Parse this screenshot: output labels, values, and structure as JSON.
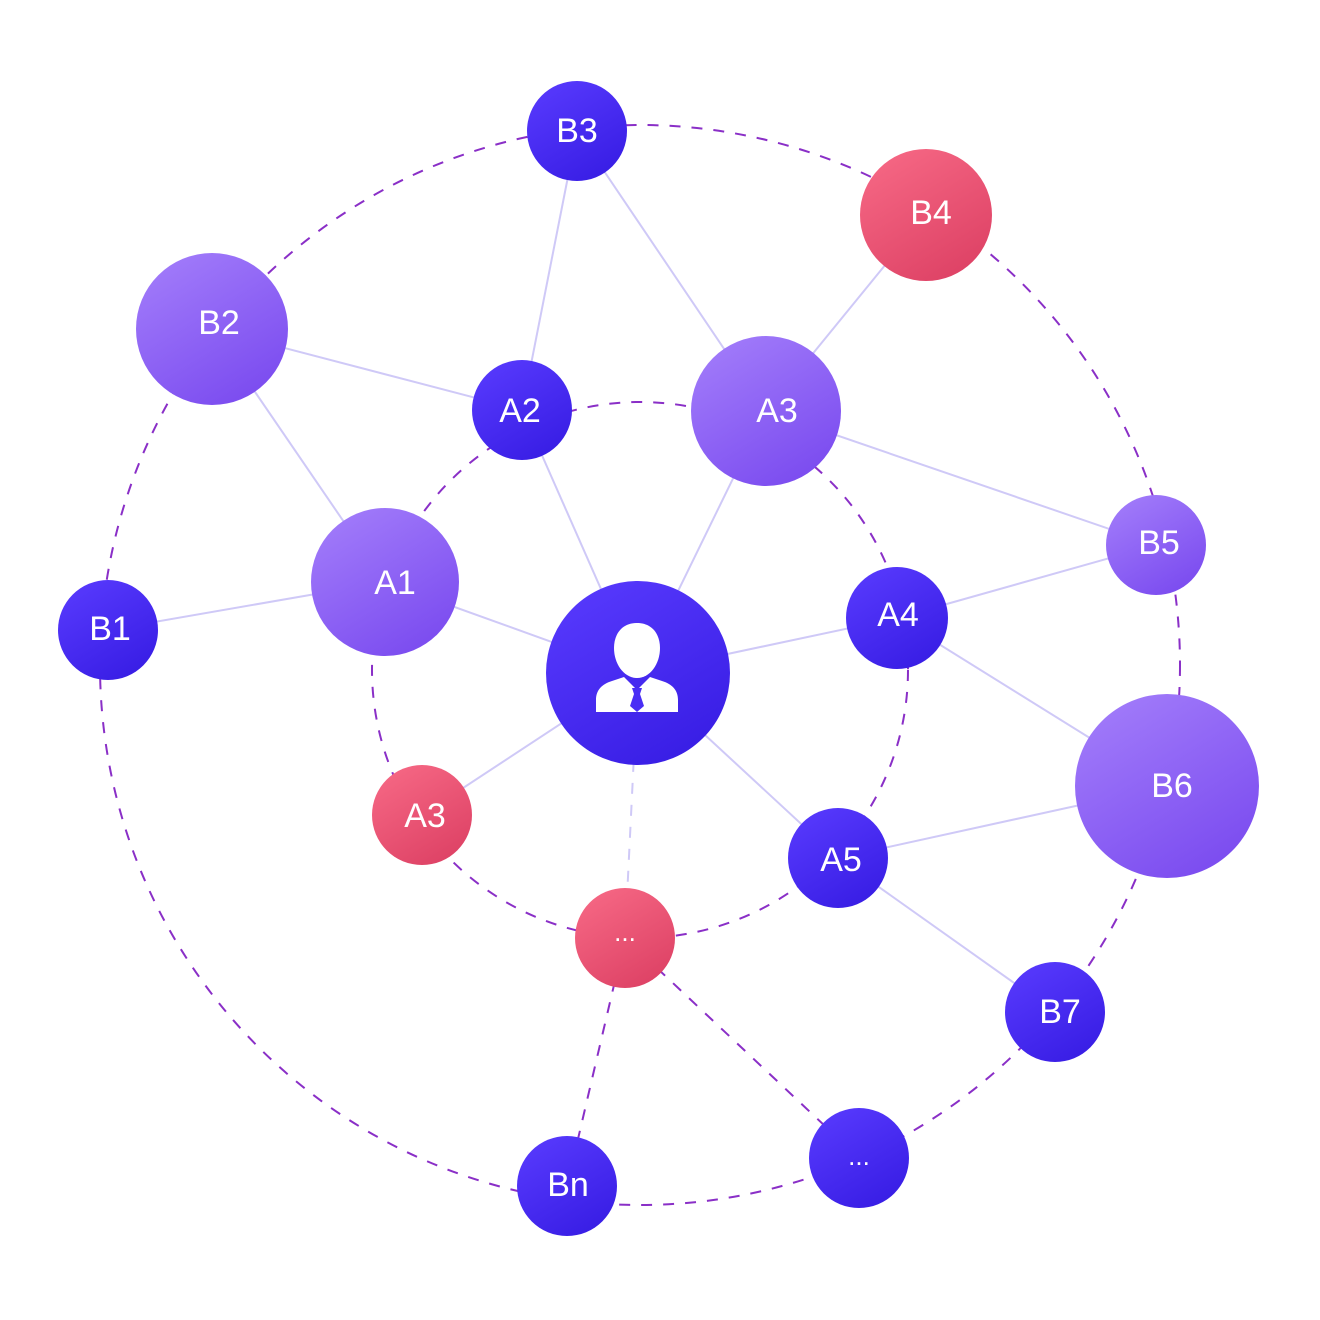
{
  "colors": {
    "blue_top": "#5a3cff",
    "blue_bottom": "#3a1fe6",
    "purple_top": "#a580fb",
    "purple_bottom": "#7d4ef0",
    "red_top": "#f86b87",
    "red_bottom": "#df4467",
    "ring": "#8a2fc7",
    "link": "#cfc9f7",
    "center_icon": "#ffffff"
  },
  "center": {
    "icon": "user-business-icon"
  },
  "nodes": {
    "b3": "B3",
    "b4": "B4",
    "b2": "B2",
    "a2": "A2",
    "a3_top": "A3",
    "b5": "B5",
    "a1": "A1",
    "b1": "B1",
    "a4": "A4",
    "b6": "B6",
    "a3_bottom": "A3",
    "a5": "A5",
    "dots_inner": "...",
    "b7": "B7",
    "bn": "Bn",
    "dots_outer": "..."
  }
}
